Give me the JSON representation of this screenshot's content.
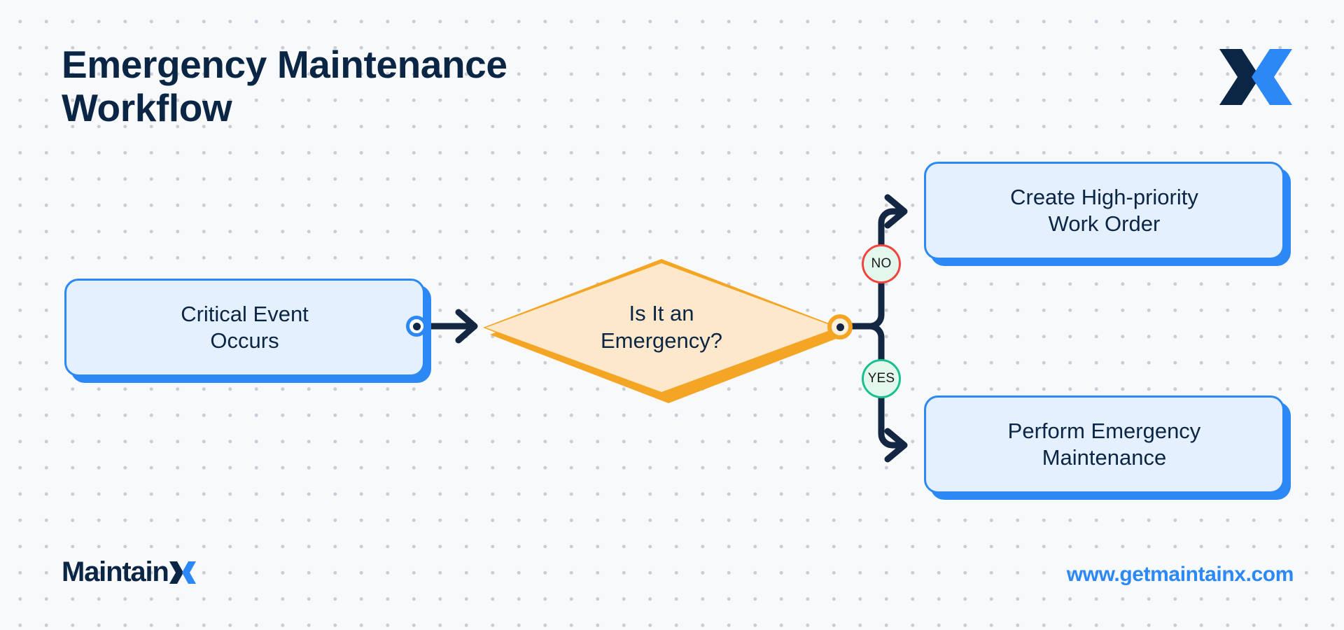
{
  "header": {
    "title": "Emergency Maintenance\nWorkflow",
    "brand_mark_name": "maintainx-x-logo"
  },
  "footer": {
    "logo_word": "Maintain",
    "logo_mark_name": "maintainx-x-logo",
    "url": "www.getmaintainx.com"
  },
  "colors": {
    "background": "#f7f9fb",
    "dot_grid": "#c9ced6",
    "navy": "#0b2545",
    "brand_blue": "#2b88f4",
    "box_fill": "#e4f0fd",
    "diamond_border": "#f5a524",
    "diamond_fill": "#fde8cc",
    "edge_stroke": "#132742",
    "badge_no_border": "#f0443e",
    "badge_yes_border": "#18c08f",
    "badge_fill": "#e3f7ed"
  },
  "diagram": {
    "type": "flowchart",
    "nodes": [
      {
        "id": "critical-event",
        "shape": "rounded-rect",
        "label": "Critical Event\nOccurs"
      },
      {
        "id": "is-emergency",
        "shape": "diamond",
        "label": "Is It an\nEmergency?"
      },
      {
        "id": "create-work-order",
        "shape": "rounded-rect",
        "label": "Create High-priority\nWork Order"
      },
      {
        "id": "perform-maintenance",
        "shape": "rounded-rect",
        "label": "Perform Emergency\nMaintenance"
      }
    ],
    "edges": [
      {
        "from": "critical-event",
        "to": "is-emergency",
        "label": ""
      },
      {
        "from": "is-emergency",
        "to": "create-work-order",
        "label": "NO"
      },
      {
        "from": "is-emergency",
        "to": "perform-maintenance",
        "label": "YES"
      }
    ],
    "branch_labels": {
      "no": "NO",
      "yes": "YES"
    }
  }
}
